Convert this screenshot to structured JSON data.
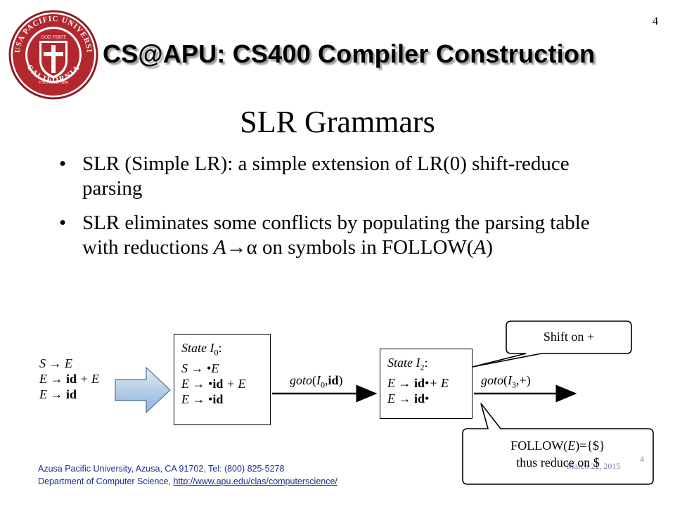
{
  "header": {
    "title": "CS@APU: CS400 Compiler Construction",
    "page_number": "4",
    "logo": {
      "ring_top": "AZUSA PACIFIC UNIVERSITY",
      "ring_bottom": "CALIFORNIA",
      "motto": "GOD FIRST",
      "founded": "FOUNDED 1899",
      "colors": {
        "red": "#b2282e",
        "ring": "#8c1d22"
      }
    }
  },
  "slide": {
    "title": "SLR Grammars",
    "bullets": [
      {
        "text": "SLR (Simple LR): a simple extension of LR(0) shift-reduce parsing"
      },
      {
        "prefix": "SLR eliminates some conflicts by populating the parsing table with reductions ",
        "lhs": "A",
        "arrow": "→",
        "alpha": "α",
        "middle": " on symbols in FOLLOW(",
        "arg": "A",
        "suffix": ")"
      }
    ]
  },
  "diagram": {
    "grammar": [
      {
        "lhs": "S",
        "arrow": "→",
        "rhs": "E"
      },
      {
        "lhs": "E",
        "arrow": "→",
        "rhs_bold": "id",
        "rhs_rest": " + E"
      },
      {
        "lhs": "E",
        "arrow": "→",
        "rhs_bold": "id",
        "rhs_rest": ""
      }
    ],
    "state0": {
      "title": "State I",
      "subscript": "0",
      "title_suffix": ":",
      "items": [
        {
          "lhs": "S",
          "arrow": "→",
          "dot": "•",
          "rhs": "E",
          "bold": false,
          "rest": ""
        },
        {
          "lhs": "E",
          "arrow": "→",
          "dot": "•",
          "rhs": "id",
          "bold": true,
          "rest": " + E"
        },
        {
          "lhs": "E",
          "arrow": "→",
          "dot": "•",
          "rhs": "id",
          "bold": true,
          "rest": ""
        }
      ]
    },
    "goto1": {
      "fn": "goto",
      "arg": "I",
      "sub": "0",
      "sym": "id"
    },
    "state2": {
      "title": "State I",
      "subscript": "2",
      "title_suffix": ":",
      "items": [
        {
          "lhs": "E",
          "arrow": "→",
          "id": "id",
          "dot": "•",
          "rest": "+ E"
        },
        {
          "lhs": "E",
          "arrow": "→",
          "id": "id",
          "dot": "•",
          "rest": ""
        }
      ]
    },
    "goto2": {
      "fn": "goto",
      "arg": "I",
      "sub": "3",
      "sym": "+"
    },
    "callout_shift": "Shift on +",
    "callout_follow": {
      "line1_prefix": "FOLLOW(",
      "line1_arg": "E",
      "line1_suffix": ")={$}",
      "line2": "thus reduce on $"
    }
  },
  "footer": {
    "line1": "Azusa Pacific University, Azusa, CA 91702, Tel: (800) 825-5278",
    "line2_prefix": "Department of Computer Science, ",
    "line2_link": "http://www.apu.edu/clas/computerscience/",
    "date": "March 22, 2015",
    "page": "4"
  }
}
